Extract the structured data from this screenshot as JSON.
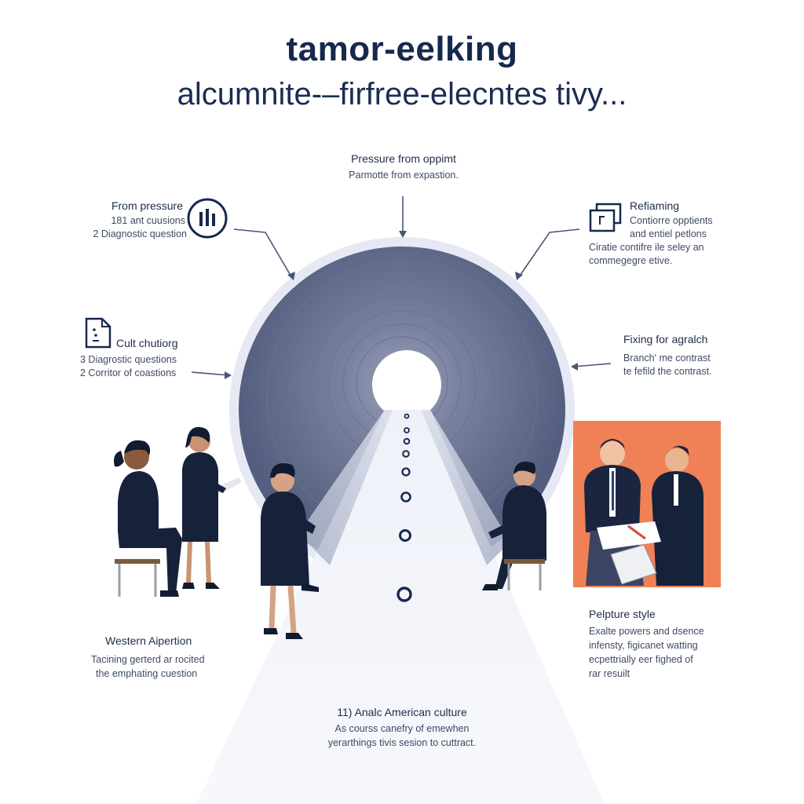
{
  "header": {
    "title": "tamor-eelking",
    "subtitle": "alcumnite-–firfree-elecntes tivy..."
  },
  "top_center": {
    "heading": "Pressure from oppimt",
    "text": "Parmotte from expastion."
  },
  "left_top": {
    "heading": "From pressure",
    "line1": "181 ant cuusions",
    "line2": "2 Diagnostic question"
  },
  "left_mid": {
    "heading": "Cult chutiorg",
    "line1": "3 Diagrostic questions",
    "line2": "2 Corritor of coastions"
  },
  "right_top": {
    "heading": "Refiaming",
    "line1": "Contiorre opptients",
    "line2": "and entiel petlons",
    "line3": "Ciratie contifre ile seley an",
    "line4": "commegegre etive."
  },
  "right_mid": {
    "heading": "Fixing for agralch",
    "line1": "Branch' me contrast",
    "line2": "te fefild the contrast."
  },
  "bottom_left": {
    "heading": "Western Aipertion",
    "line1": "Tacining gerterd ar rocited",
    "line2": "the emphating cuestion"
  },
  "bottom_right": {
    "heading": "Pelpture style",
    "line1": "Exalte powers and dsence",
    "line2": "infensty, figicanet watting",
    "line3": "ecpettrially eer fighed of",
    "line4": "rar resuilt"
  },
  "bottom_center": {
    "heading": "11) Analc American culture",
    "line1": "As courss canefry of emewhen",
    "line2": "yerarthings tivis sesion to cuttract."
  },
  "icons": [
    "bar-chart-icon",
    "document-icon",
    "frames-icon"
  ],
  "colors": {
    "navy": "#16294d",
    "tunnel": "#5b6585",
    "accent": "#f08156"
  }
}
